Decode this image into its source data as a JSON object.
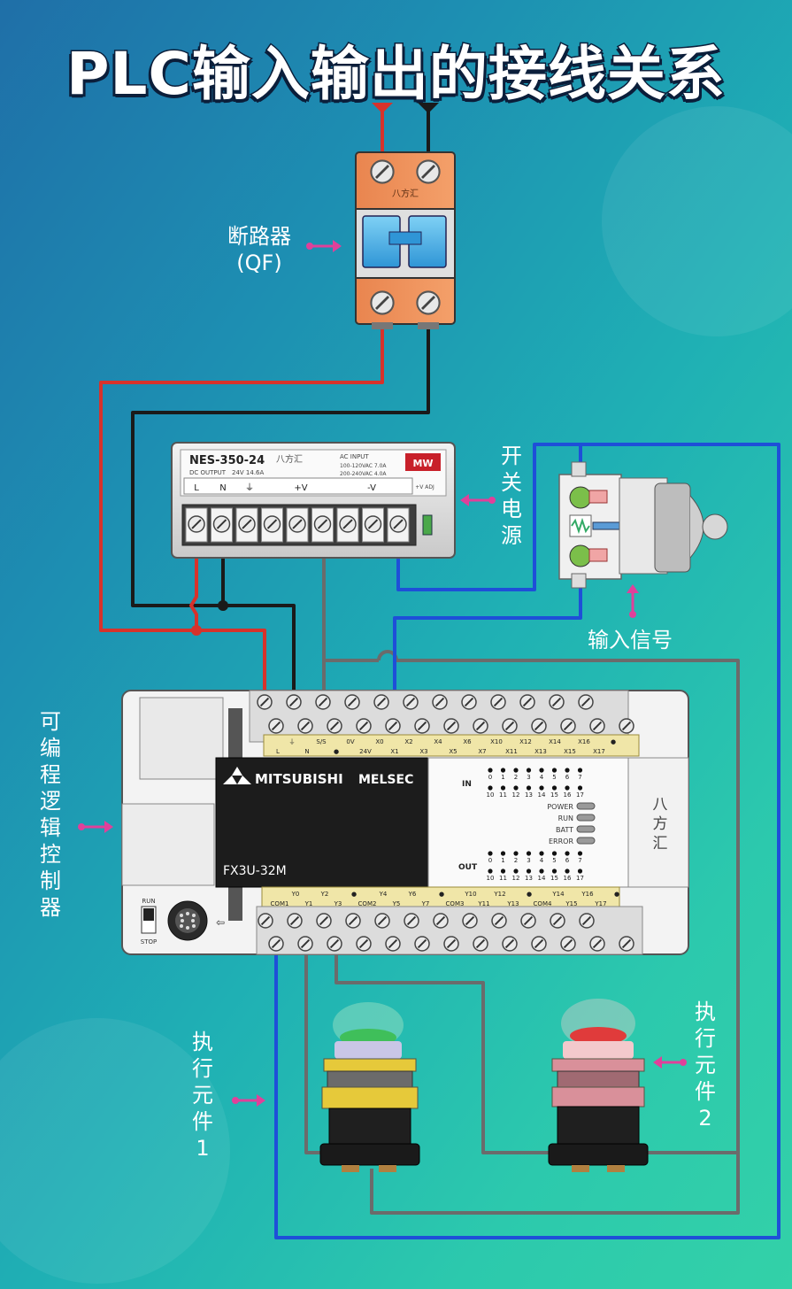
{
  "title": "PLC输入输出的接线关系",
  "breaker": {
    "label_line1": "断路器",
    "label_line2": "(QF)",
    "brand": "八方汇"
  },
  "power_supply": {
    "model": "NES-350-24",
    "brand": "八方汇",
    "dc_output": "DC OUTPUT",
    "dc_spec": "24V 14.6A",
    "ac_input": "AC INPUT",
    "ac_line1": "100-120VAC 7.0A",
    "ac_line2": "200-240VAC 4.0A",
    "logo": "MW",
    "terminals": [
      "L",
      "N",
      "⏚",
      "+V",
      "-V"
    ],
    "vadj": "+V ADJ",
    "label": "开关电源"
  },
  "switch": {
    "label": "输入信号"
  },
  "plc": {
    "label": "可编程逻辑控制器",
    "brand": "MITSUBISHI",
    "series": "MELSEC",
    "model": "FX3U-32M",
    "side_brand": "八方汇",
    "in_label": "IN",
    "out_label": "OUT",
    "status": [
      "POWER",
      "RUN",
      "BATT",
      "ERROR"
    ],
    "run_label": "RUN",
    "stop_label": "STOP",
    "top_row1": [
      "⏚",
      "S/S",
      "0V",
      "X0",
      "X2",
      "X4",
      "X6",
      "X10",
      "X12",
      "X14",
      "X16",
      "●"
    ],
    "top_row2": [
      "L",
      "N",
      "●",
      "24V",
      "X1",
      "X3",
      "X5",
      "X7",
      "X11",
      "X13",
      "X15",
      "X17"
    ],
    "bot_row1": [
      "Y0",
      "Y2",
      "●",
      "Y4",
      "Y6",
      "●",
      "Y10",
      "Y12",
      "●",
      "Y14",
      "Y16",
      "●"
    ],
    "bot_row2": [
      "COM1",
      "Y1",
      "Y3",
      "COM2",
      "Y5",
      "Y7",
      "COM3",
      "Y11",
      "Y13",
      "COM4",
      "Y15",
      "Y17"
    ],
    "led_top": [
      "0",
      "1",
      "2",
      "3",
      "4",
      "5",
      "6",
      "7"
    ],
    "led_bot": [
      "10",
      "11",
      "12",
      "13",
      "14",
      "15",
      "16",
      "17"
    ]
  },
  "actuator1": {
    "label": "执行元件1"
  },
  "actuator2": {
    "label": "执行元件2"
  },
  "colors": {
    "red_wire": "#d7322b",
    "black_wire": "#1a1a1a",
    "blue_wire": "#1e4fd8",
    "gray_wire": "#6b6b6b",
    "arrow": "#e0409a"
  }
}
